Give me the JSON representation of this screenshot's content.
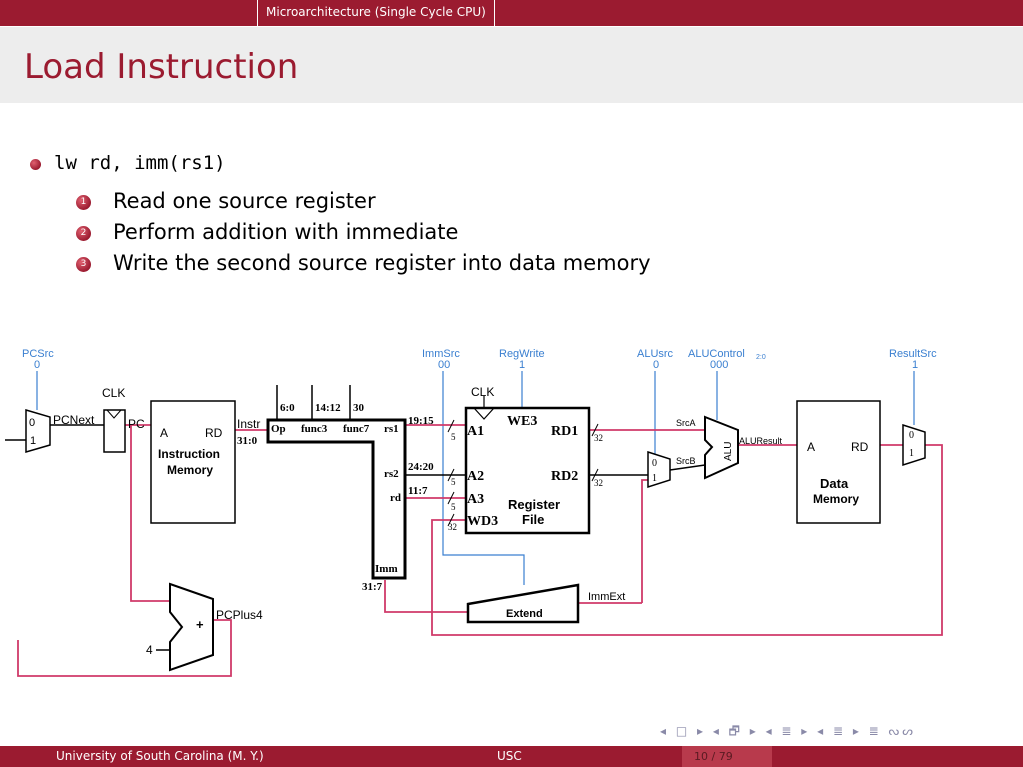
{
  "header": {
    "section": "Microarchitecture (Single Cycle CPU)",
    "title": "Load Instruction"
  },
  "content": {
    "main_bullet": "lw rd, imm(rs1)",
    "steps": [
      {
        "num": "1",
        "text": "Read one source register"
      },
      {
        "num": "2",
        "text": "Perform addition with immediate"
      },
      {
        "num": "3",
        "text": "Write the second source register into data memory"
      }
    ]
  },
  "diagram": {
    "controls": {
      "pcsrc": {
        "label": "PCSrc",
        "value": "0"
      },
      "immsrc": {
        "label": "ImmSrc",
        "value": "00"
      },
      "regwrite": {
        "label": "RegWrite",
        "value": "1"
      },
      "alusrc": {
        "label": "ALUsrc",
        "value": "0"
      },
      "alucontrol": {
        "label": "ALUControl",
        "sub": "2:0",
        "value": "000"
      },
      "resultsrc": {
        "label": "ResultSrc",
        "value": "1"
      }
    },
    "labels": {
      "clk": "CLK",
      "pcnext": "PCNext",
      "pc": "PC",
      "instr": "Instr",
      "instr_bits": "31:0",
      "a": "A",
      "rd": "RD",
      "imem1": "Instruction",
      "imem2": "Memory",
      "op": "Op",
      "func3": "func3",
      "func7": "func7",
      "b60": "6:0",
      "b1412": "14:12",
      "b30": "30",
      "rs1": "rs1",
      "rs2": "rs2",
      "rdr": "rd",
      "imm": "Imm",
      "b3117": "31:7",
      "b1915": "19:15",
      "b2420": "24:20",
      "b117": "11:7",
      "a1": "A1",
      "a2": "A2",
      "a3": "A3",
      "wd3": "WD3",
      "we3": "WE3",
      "rd1": "RD1",
      "rd2": "RD2",
      "reg1": "Register",
      "reg2": "File",
      "w5": "5",
      "w32": "32",
      "srca": "SrcA",
      "srcb": "SrcB",
      "alu": "ALU",
      "aluresult": "ALUResult",
      "dmem1": "Data",
      "dmem2": "Memory",
      "zero": "0",
      "one": "1",
      "extend": "Extend",
      "immext": "ImmExt",
      "pcplus4": "PCPlus4",
      "four": "4",
      "plus": "+"
    },
    "colors": {
      "active": "#d03a6a",
      "control": "#3a7fd0",
      "wire": "#000000"
    }
  },
  "nav": {
    "symbols": "◂ □ ▸ ◂ 🗗 ▸ ◂ ≣ ▸ ◂ ≣ ▸   ≣   ᔓᔕ"
  },
  "footer": {
    "university": "University of South Carolina  (M. Y.)",
    "institution": "USC",
    "page": "10 / 79"
  }
}
